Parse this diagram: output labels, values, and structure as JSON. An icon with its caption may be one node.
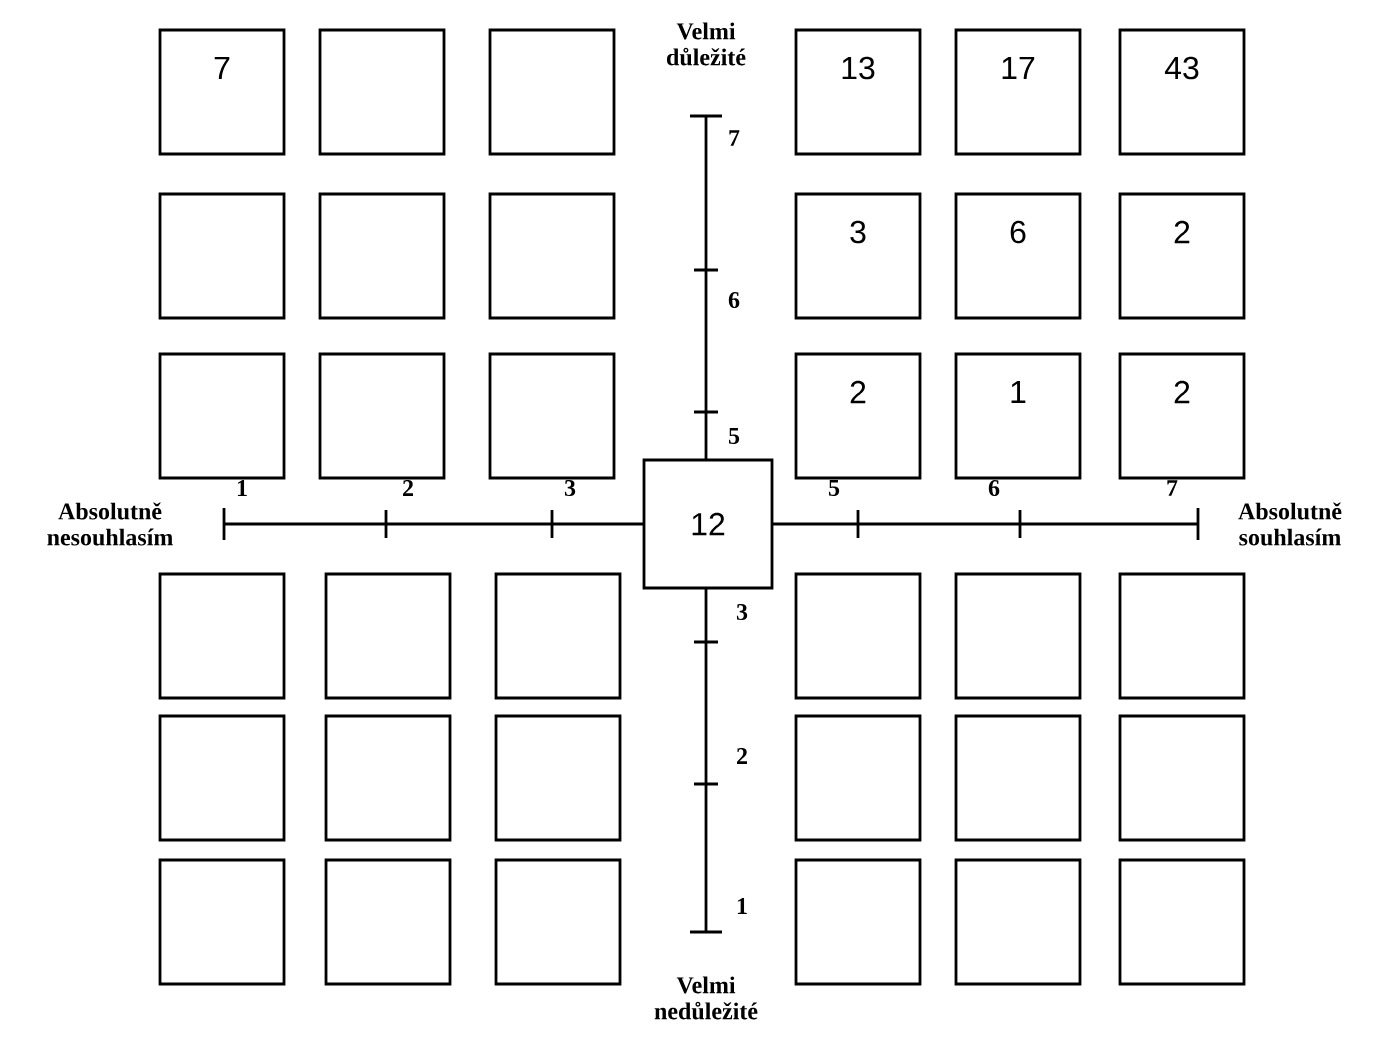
{
  "diagram": {
    "nodes": [
      {
        "text": [
          "7"
        ]
      },
      {
        "text": [],
        "shape": "box"
      },
      {
        "text": [],
        "shape": "box"
      },
      {
        "text": [
          "13"
        ]
      },
      {
        "text": [
          "17"
        ]
      },
      {
        "text": [
          "43"
        ]
      },
      {
        "text": [],
        "shape": "box"
      },
      {
        "text": [],
        "shape": "box"
      },
      {
        "text": [],
        "shape": "box"
      },
      {
        "text": [
          "3"
        ]
      },
      {
        "text": [
          "6"
        ]
      },
      {
        "text": [
          "2"
        ]
      },
      {
        "text": [],
        "shape": "box"
      },
      {
        "text": [],
        "shape": "box"
      },
      {
        "text": [],
        "shape": "box"
      },
      {
        "text": [
          "2"
        ]
      },
      {
        "text": [
          "1"
        ]
      },
      {
        "text": [
          "2"
        ]
      },
      {
        "text": [
          "12"
        ]
      },
      {
        "text": [],
        "shape": "box"
      },
      {
        "text": [],
        "shape": "box"
      },
      {
        "text": [],
        "shape": "box"
      },
      {
        "text": [],
        "shape": "box"
      },
      {
        "text": [],
        "shape": "box"
      },
      {
        "text": [],
        "shape": "box"
      },
      {
        "text": [],
        "shape": "box"
      },
      {
        "text": [],
        "shape": "box"
      },
      {
        "text": [],
        "shape": "box"
      },
      {
        "text": [],
        "shape": "box"
      },
      {
        "text": [],
        "shape": "box"
      },
      {
        "text": [],
        "shape": "box"
      },
      {
        "text": [],
        "shape": "box"
      },
      {
        "text": [],
        "shape": "box"
      },
      {
        "text": [],
        "shape": "box"
      },
      {
        "text": [],
        "shape": "box"
      },
      {
        "text": [],
        "shape": "box"
      },
      {
        "text": [],
        "shape": "box"
      }
    ],
    "labels": [
      "Velmi důležité",
      "7",
      "6",
      "5",
      "Absolutně nesouhlasím",
      "1",
      "2",
      "3",
      "5",
      "6",
      "7",
      "Absolutně souhlasím",
      "3",
      "2",
      "1",
      "Velmi nedůležité"
    ]
  }
}
